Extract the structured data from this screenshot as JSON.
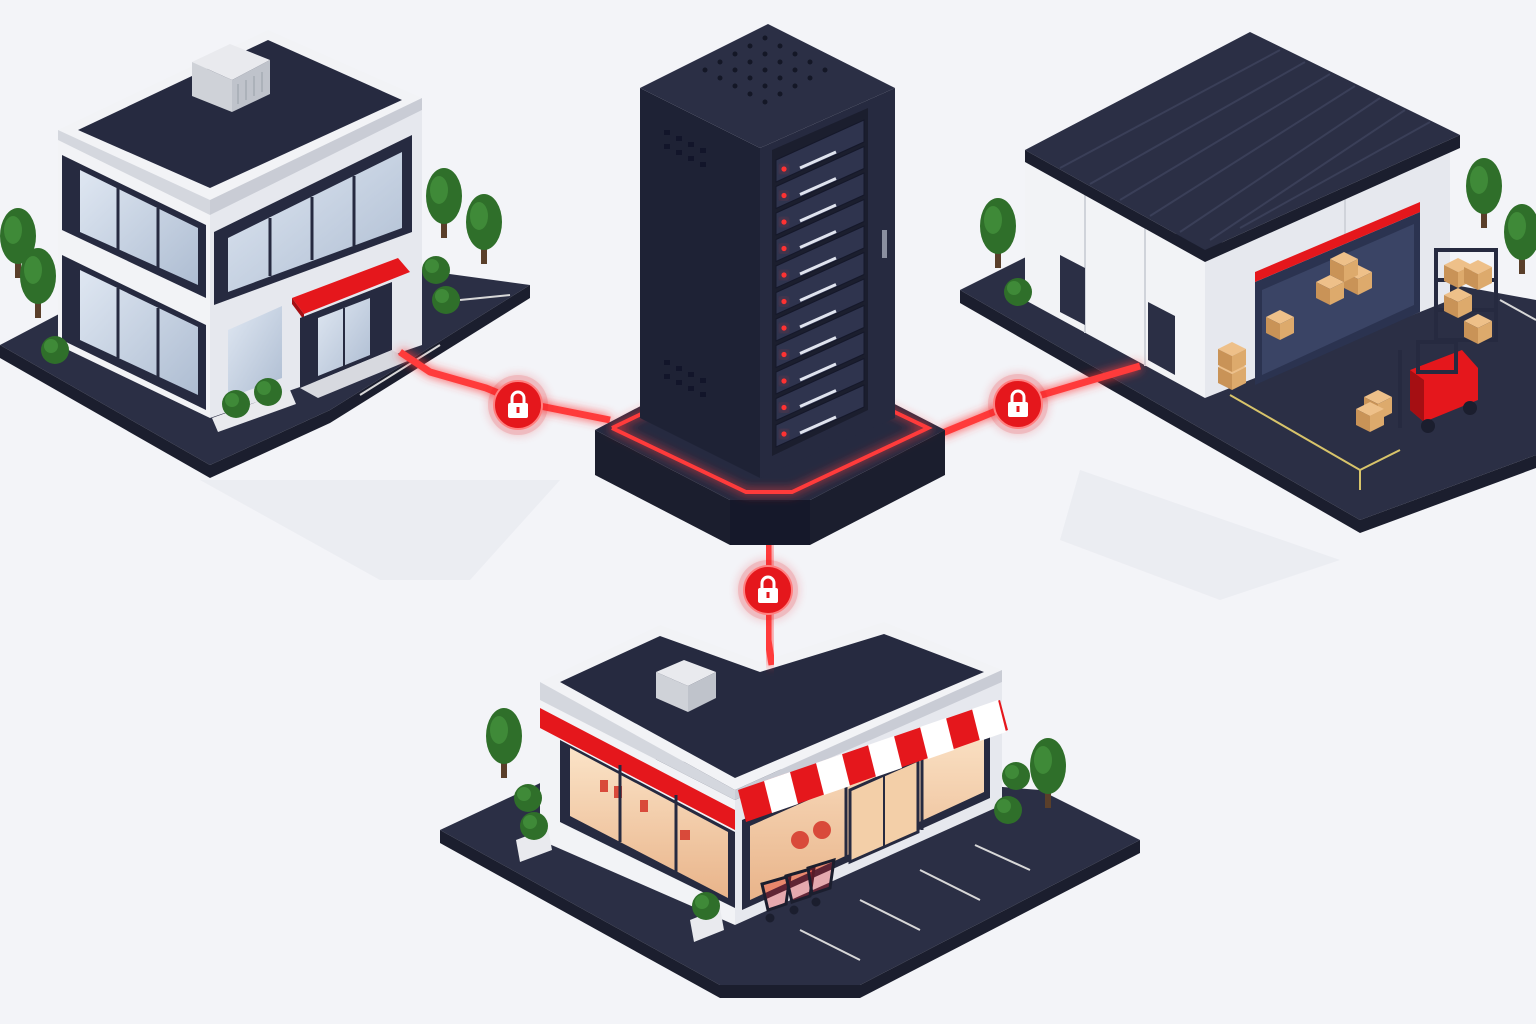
{
  "scene": {
    "nodes": [
      {
        "id": "hq",
        "kind": "office-building"
      },
      {
        "id": "datacenter",
        "kind": "server-rack"
      },
      {
        "id": "warehouse",
        "kind": "warehouse"
      },
      {
        "id": "store",
        "kind": "retail-store"
      }
    ],
    "links": [
      {
        "from": "datacenter",
        "to": "hq",
        "secured": true,
        "icon": "padlock-icon"
      },
      {
        "from": "datacenter",
        "to": "warehouse",
        "secured": true,
        "icon": "padlock-icon"
      },
      {
        "from": "datacenter",
        "to": "store",
        "secured": true,
        "icon": "padlock-icon"
      }
    ]
  },
  "colors": {
    "background": "#f3f4f8",
    "accent_red": "#e5171c",
    "navy": "#1f2337",
    "wall_white": "#f2f3f6",
    "tree_green": "#2f6f2a",
    "box_tan": "#d9a86a"
  }
}
